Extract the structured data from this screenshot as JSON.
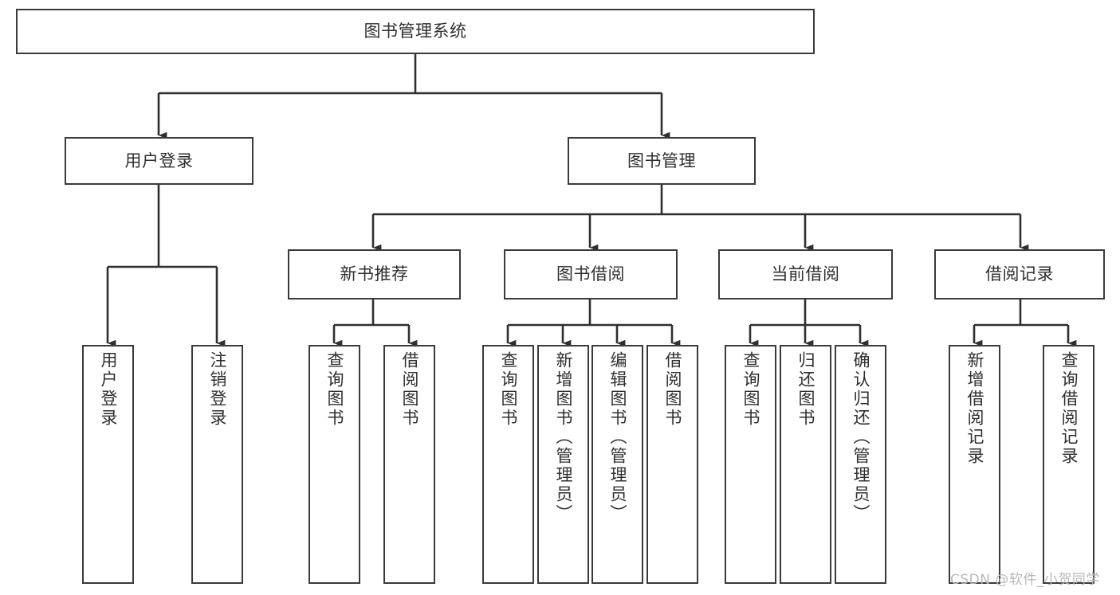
{
  "diagram": {
    "title": "图书管理系统",
    "type": "hierarchy-tree",
    "edge_color": "#3a3a3a",
    "node_border_color": "#3a3a3a",
    "node_fill_color": "#ffffff",
    "text_color": "#2f2f33",
    "background_color": "#ffffff"
  },
  "nodes": {
    "root": {
      "label": "图书管理系统"
    },
    "level1": [
      {
        "label": "用户登录"
      },
      {
        "label": "图书管理"
      }
    ],
    "level2": [
      {
        "label": "新书推荐"
      },
      {
        "label": "图书借阅"
      },
      {
        "label": "当前借阅"
      },
      {
        "label": "借阅记录"
      }
    ],
    "leaves": {
      "user_login": [
        {
          "label": "用户登录"
        },
        {
          "label": "注销登录"
        }
      ],
      "new_book_recommend": [
        {
          "label": "查询图书"
        },
        {
          "label": "借阅图书"
        }
      ],
      "book_borrow": [
        {
          "label": "查询图书"
        },
        {
          "label": "新增图书（管理员）"
        },
        {
          "label": "编辑图书（管理员）"
        },
        {
          "label": "借阅图书"
        }
      ],
      "current_borrow": [
        {
          "label": "查询图书"
        },
        {
          "label": "归还图书"
        },
        {
          "label": "确认归还（管理员）"
        }
      ],
      "borrow_record": [
        {
          "label": "新增借阅记录"
        },
        {
          "label": "查询借阅记录"
        }
      ]
    }
  },
  "watermark": {
    "text": "CSDN @软件_小贺同学"
  }
}
